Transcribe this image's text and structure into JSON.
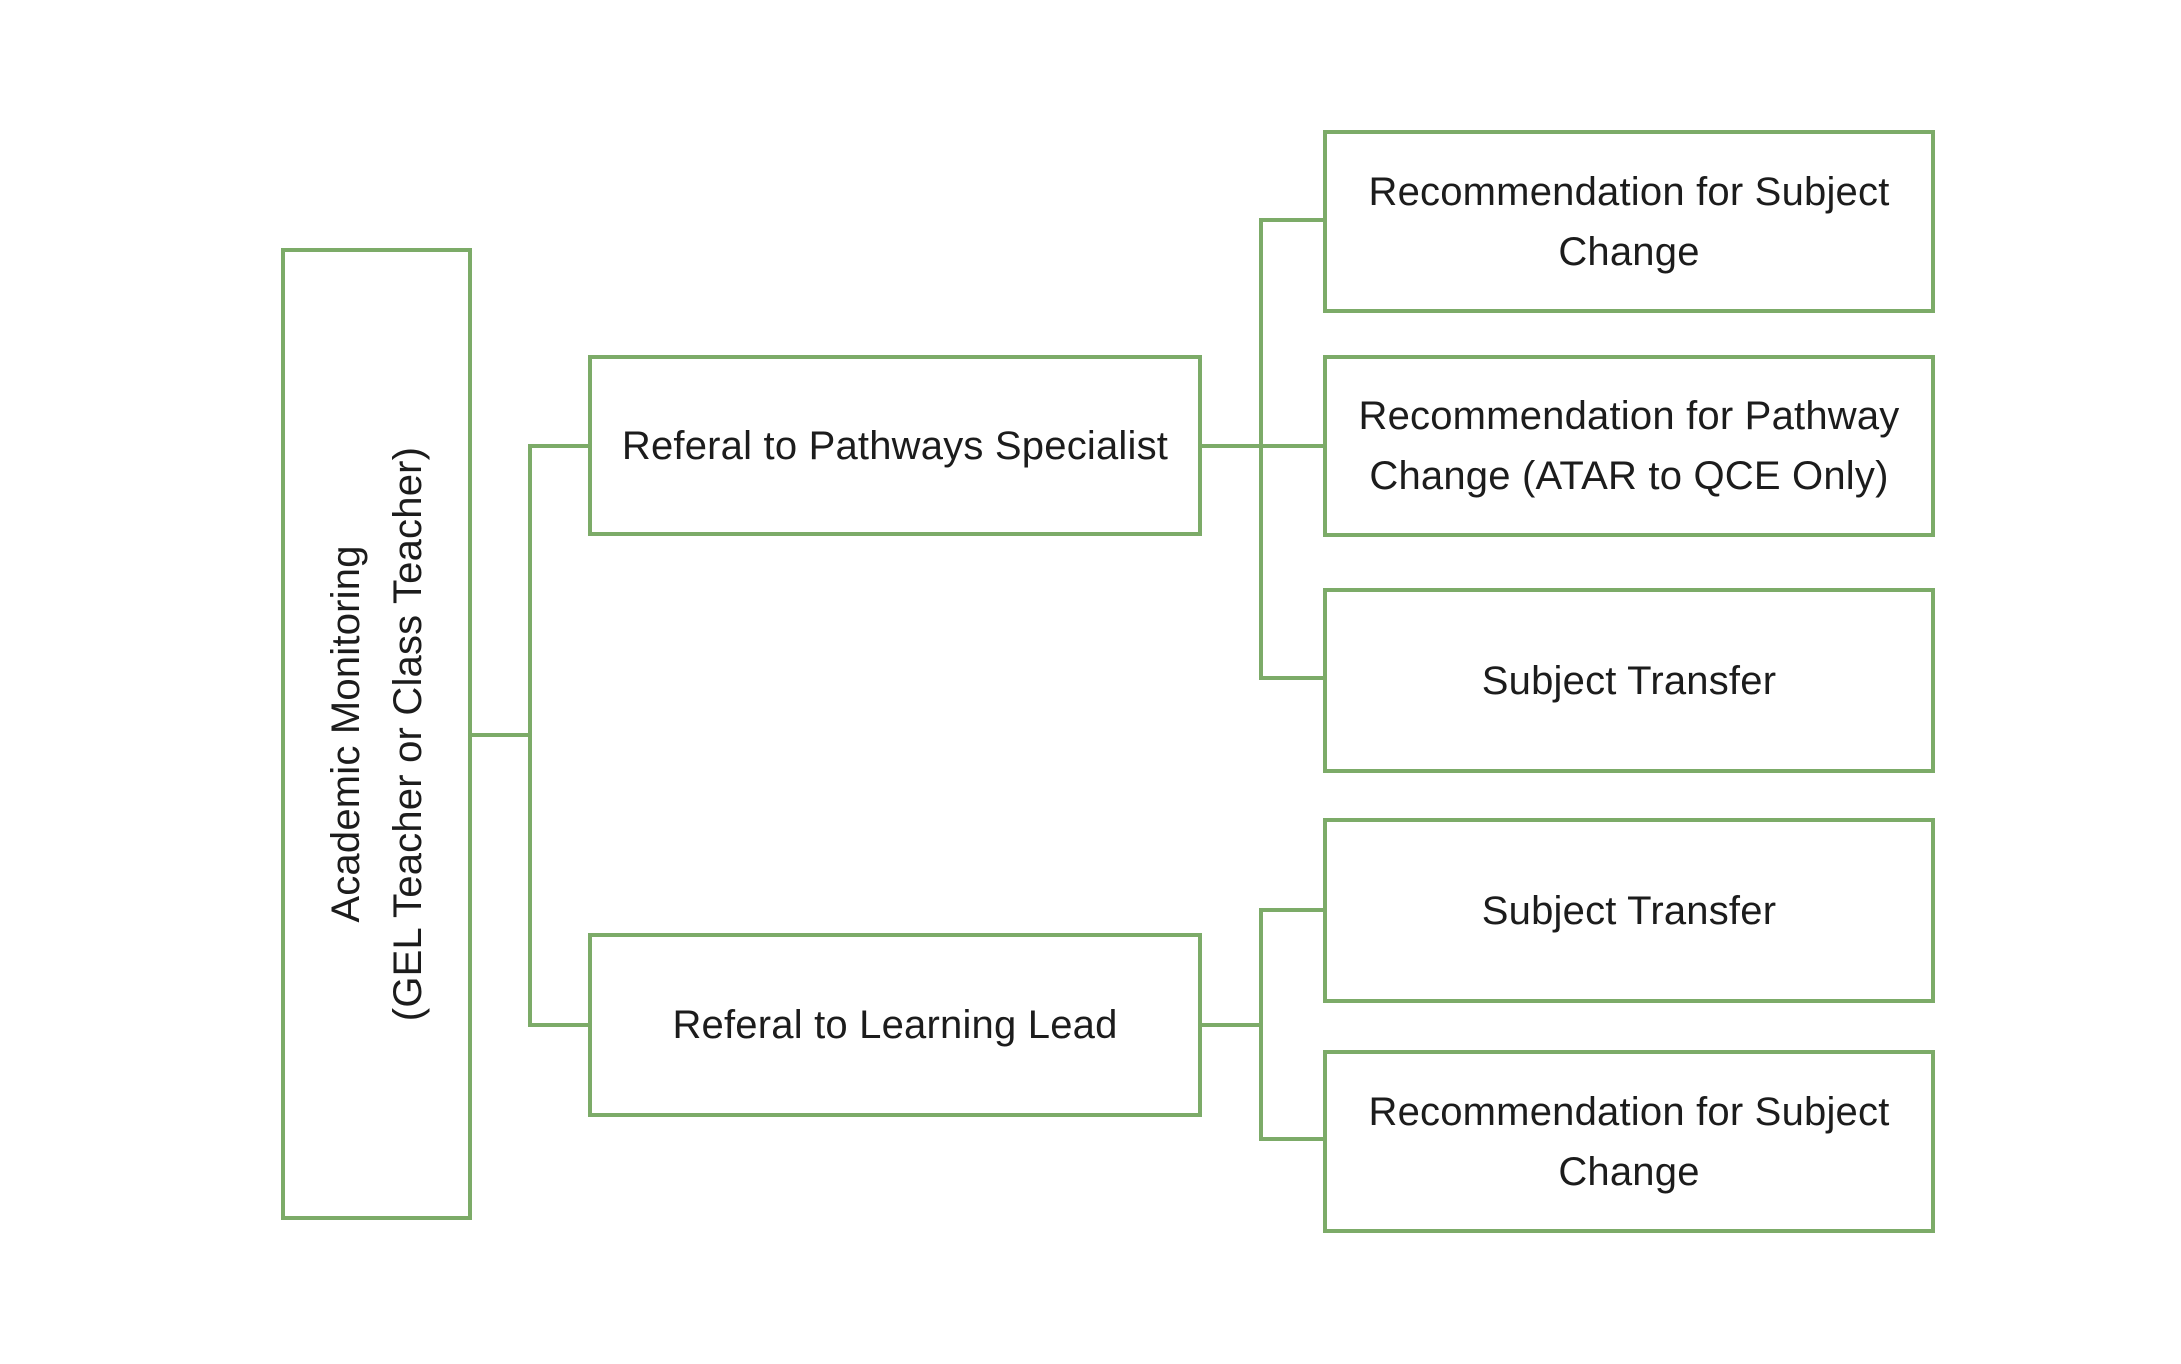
{
  "colors": {
    "accent": "#7cab68",
    "text": "#1c1c1c",
    "background": "#ffffff"
  },
  "diagram": {
    "type": "flowchart",
    "root": {
      "label": "Academic Monitoring\n(GEL Teacher or Class Teacher)"
    },
    "referrals": [
      {
        "label": "Referal to Pathways Specialist"
      },
      {
        "label": "Referal to Learning Lead"
      }
    ],
    "pathways_outcomes": [
      {
        "label": "Recommendation for Subject Change"
      },
      {
        "label": "Recommendation for Pathway Change (ATAR to QCE Only)"
      },
      {
        "label": "Subject Transfer"
      }
    ],
    "learning_outcomes": [
      {
        "label": "Subject Transfer"
      },
      {
        "label": "Recommendation for Subject Change"
      }
    ]
  }
}
